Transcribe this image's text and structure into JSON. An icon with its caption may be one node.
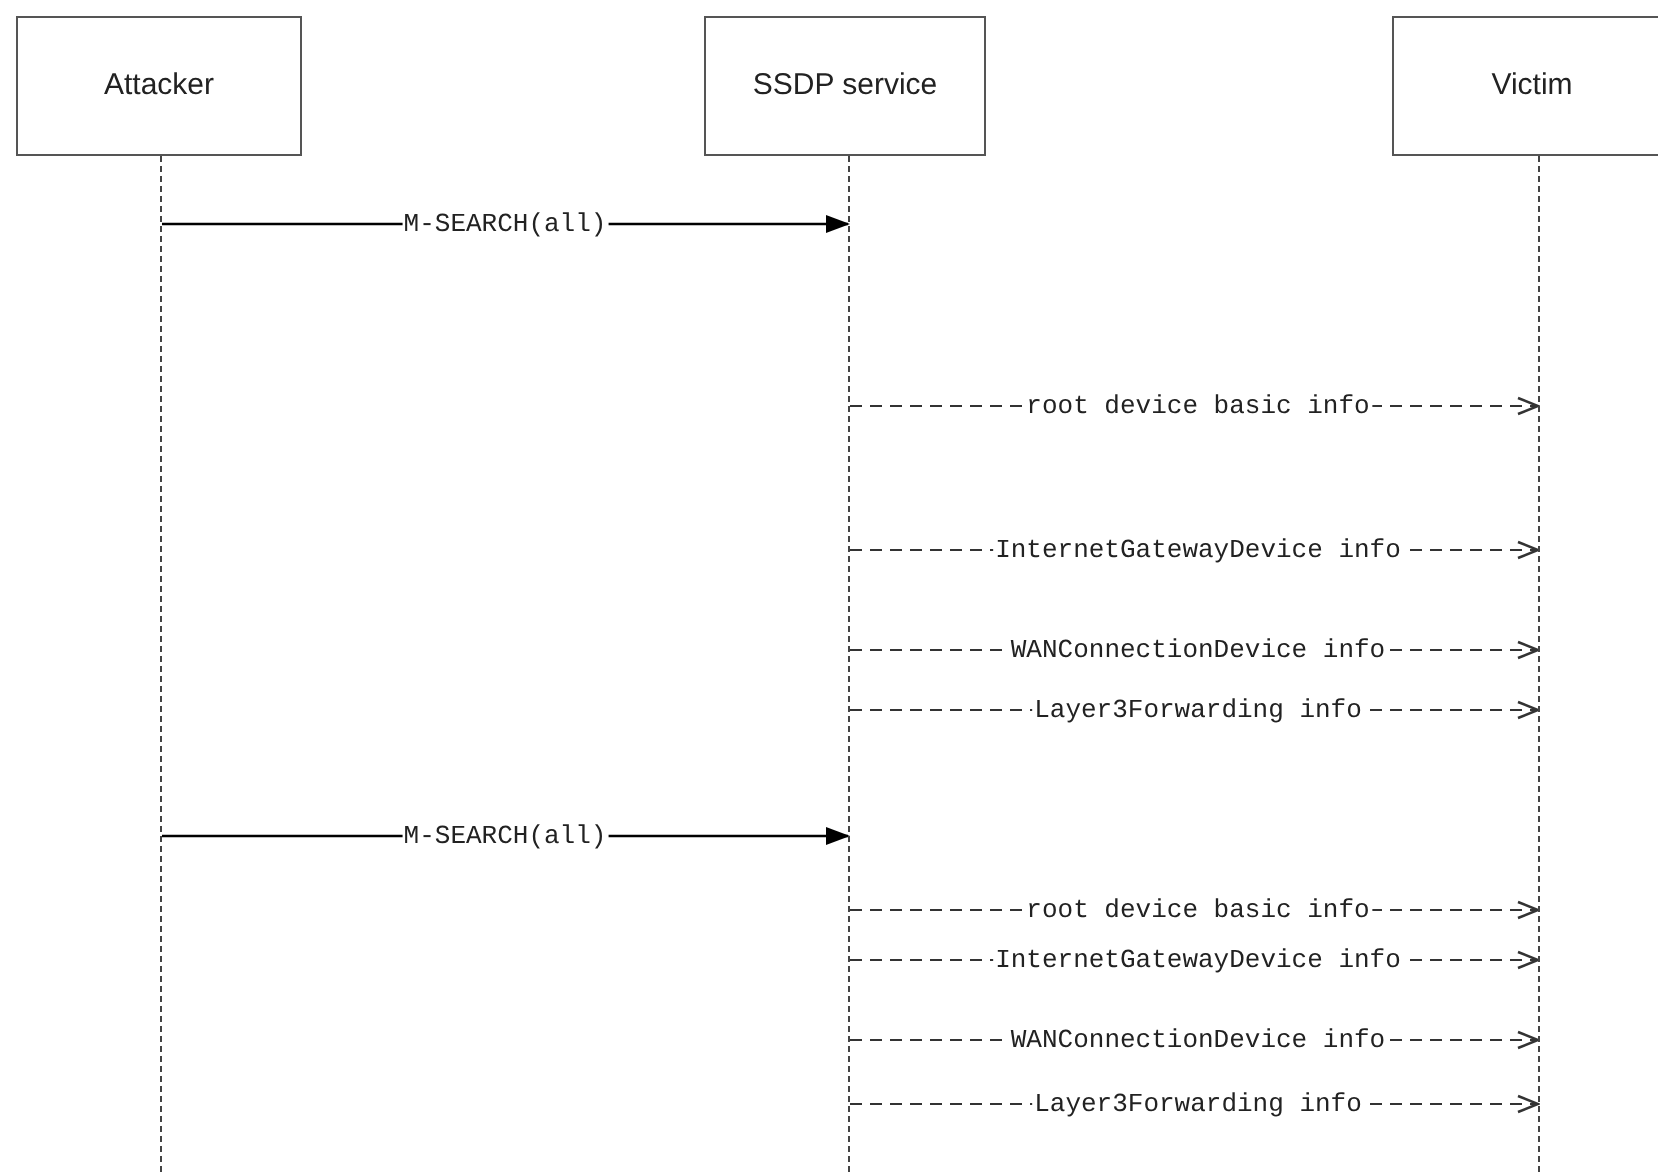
{
  "diagram": {
    "nodes": [
      {
        "text": [
          "Attacker"
        ]
      },
      {
        "text": [
          "SSDP service"
        ]
      },
      {
        "text": [
          "Victim"
        ]
      },
      {
        "text": [],
        "shape": "bar"
      },
      {
        "text": [],
        "shape": "bar"
      },
      {
        "text": [],
        "shape": "bar"
      }
    ],
    "edges": [
      {
        "from": 3,
        "to": 4,
        "arrow": "to",
        "label": "M-SEARCH(all)"
      },
      {
        "from": 4,
        "to": 5,
        "arrow": "to",
        "label": "root device basic info",
        "style": "dashed"
      },
      {
        "from": 4,
        "to": 5,
        "arrow": "to",
        "label": "InternetGatewayDevice info",
        "style": "dashed"
      },
      {
        "from": 4,
        "to": 5,
        "arrow": "to",
        "label": "WANConnectionDevice info",
        "style": "dashed"
      },
      {
        "from": 4,
        "to": 5,
        "arrow": "to",
        "label": "Layer3Forwarding info",
        "style": "dashed"
      },
      {
        "from": 3,
        "to": 4,
        "arrow": "to",
        "label": "M-SEARCH(all)"
      },
      {
        "from": 4,
        "to": 5,
        "arrow": "to",
        "label": "root device basic info",
        "style": "dashed"
      },
      {
        "from": 4,
        "to": 5,
        "arrow": "to",
        "label": "InternetGatewayDevice info",
        "style": "dashed"
      },
      {
        "from": 4,
        "to": 5,
        "arrow": "to",
        "label": "WANConnectionDevice info",
        "style": "dashed"
      },
      {
        "from": 4,
        "to": 5,
        "arrow": "to",
        "label": "Layer3Forwarding info",
        "style": "dashed"
      }
    ]
  }
}
